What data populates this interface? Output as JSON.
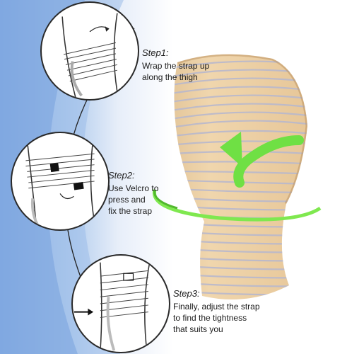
{
  "steps": [
    {
      "title": "Step1:",
      "line1": "Wrap the strap up",
      "line2": "along the thigh",
      "line3": ""
    },
    {
      "title": "Step2:",
      "line1": "Use Velcro to",
      "line2": "press and",
      "line3": "fix the strap"
    },
    {
      "title": "Step3:",
      "line1": "Finally, adjust the strap",
      "line2": "to find the tightness",
      "line3": "that suits you"
    }
  ],
  "colors": {
    "background_left": "#8fb7e6",
    "background_mid": "#dfe9f7",
    "strap": "#e8caa0",
    "strap_stripe": "#b8b6c8",
    "arrow": "#67e045"
  },
  "icons": [
    "wrap-illustration-icon",
    "velcro-illustration-icon",
    "adjust-illustration-icon",
    "rotation-arrow-icon"
  ]
}
